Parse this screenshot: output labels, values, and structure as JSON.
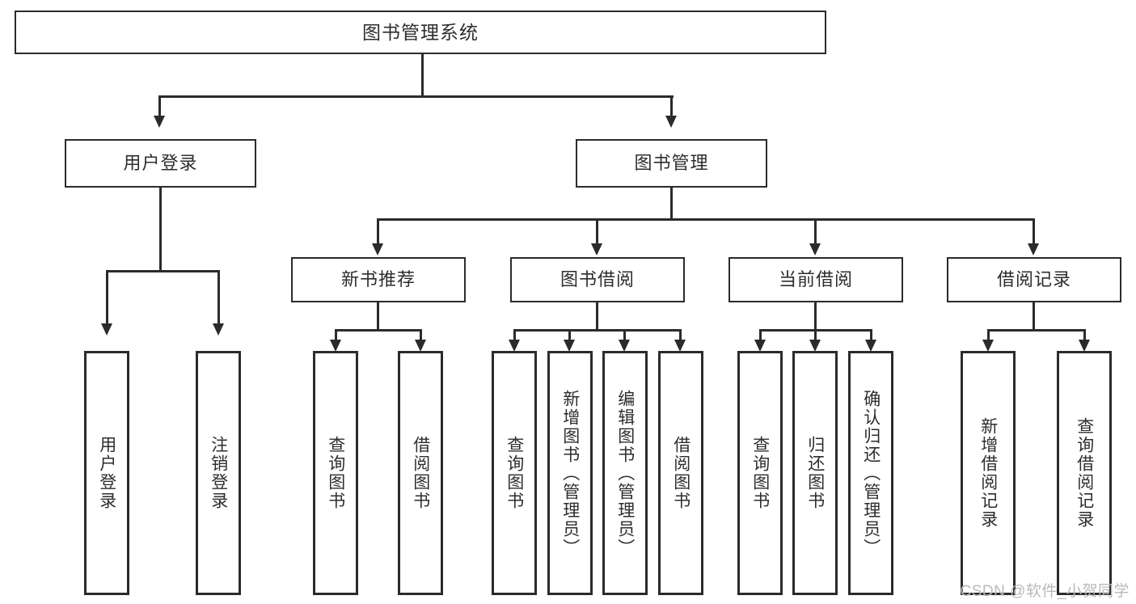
{
  "diagram": {
    "type": "tree-hierarchy",
    "title": "图书管理系统",
    "orientation": "top-down",
    "colors": {
      "background": "#ffffff",
      "box_border": "#2b2b2b",
      "box_fill": "#ffffff",
      "text": "#2d2d2d",
      "connector": "#2b2b2b",
      "watermark": "#b9b9b9"
    },
    "root": {
      "label": "图书管理系统"
    },
    "level1": [
      {
        "label": "用户登录"
      },
      {
        "label": "图书管理"
      }
    ],
    "level2": [
      {
        "label": "新书推荐"
      },
      {
        "label": "图书借阅"
      },
      {
        "label": "当前借阅"
      },
      {
        "label": "借阅记录"
      }
    ],
    "leaves": {
      "user_login": [
        {
          "label": "用户登录"
        },
        {
          "label": "注销登录"
        }
      ],
      "new_book_recommend": [
        {
          "label": "查询图书"
        },
        {
          "label": "借阅图书"
        }
      ],
      "book_borrow": [
        {
          "label": "查询图书"
        },
        {
          "label": "新增图书（管理员）"
        },
        {
          "label": "编辑图书（管理员）"
        },
        {
          "label": "借阅图书"
        }
      ],
      "current_borrow": [
        {
          "label": "查询图书"
        },
        {
          "label": "归还图书"
        },
        {
          "label": "确认归还（管理员）"
        }
      ],
      "borrow_record": [
        {
          "label": "新增借阅记录"
        },
        {
          "label": "查询借阅记录"
        }
      ]
    },
    "watermark": "CSDN @软件_小贺同学"
  }
}
